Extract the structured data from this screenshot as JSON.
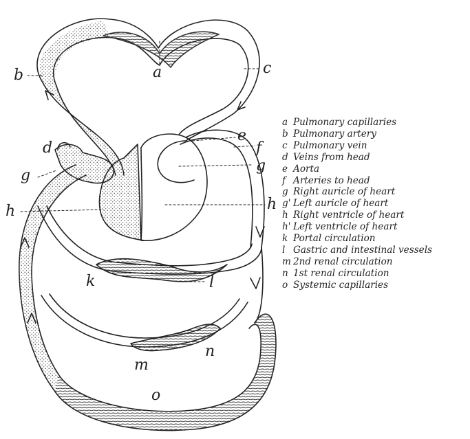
{
  "labels": {
    "a": "a",
    "b": "b",
    "c": "c",
    "d": "d",
    "e": "e",
    "f": "f",
    "g": "g",
    "g_left": "g",
    "h": "h",
    "h_left": "h",
    "k": "k",
    "l": "l",
    "m": "m",
    "n": "n",
    "o": "o"
  },
  "legend": [
    {
      "key": "a",
      "text": "Pulmonary capillaries"
    },
    {
      "key": "b",
      "text": "Pulmonary artery"
    },
    {
      "key": "c",
      "text": "Pulmonary vein"
    },
    {
      "key": "d",
      "text": "Veins from head"
    },
    {
      "key": "e",
      "text": "Aorta"
    },
    {
      "key": "f",
      "text": "Arteries to head"
    },
    {
      "key": "g",
      "text": "Right auricle of heart"
    },
    {
      "key": "g'",
      "text": "Left auricle of heart"
    },
    {
      "key": "h",
      "text": "Right ventricle of heart"
    },
    {
      "key": "h'",
      "text": "Left ventricle of heart"
    },
    {
      "key": "k",
      "text": "Portal circulation"
    },
    {
      "key": "l",
      "text": "Gastric and intestinal vessels"
    },
    {
      "key": "m",
      "text": "2nd renal circulation"
    },
    {
      "key": "n",
      "text": "1st renal circulation"
    },
    {
      "key": "o",
      "text": "Systemic capillaries"
    }
  ],
  "colors": {
    "ink": "#222222",
    "stipple": "#5a5a5a",
    "paper": "#ffffff"
  }
}
